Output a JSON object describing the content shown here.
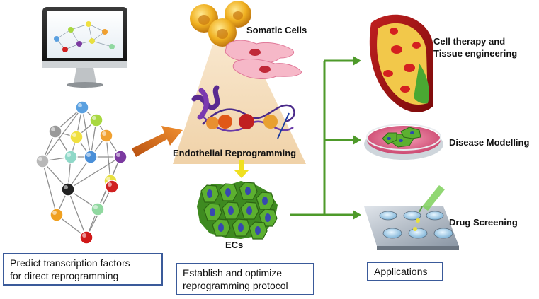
{
  "labels": {
    "somatic_cells": "Somatic Cells",
    "endothelial_reprogramming": "Endothelial Reprogramming",
    "ecs": "ECs",
    "cell_therapy_line1": "Cell therapy and",
    "cell_therapy_line2": "Tissue engineering",
    "disease_modelling": "Disease Modelling",
    "drug_screening": "Drug Screening"
  },
  "boxes": {
    "predict_line1": "Predict transcription factors",
    "predict_line2": "for direct reprogramming",
    "establish_line1": "Establish and optimize",
    "establish_line2": "reprogramming protocol",
    "applications": "Applications"
  },
  "network_node_colors": [
    "#5aa0e0",
    "#a8d840",
    "#999999",
    "#f0e040",
    "#f0a030",
    "#b8b8b8",
    "#8fd8c8",
    "#4a8fd8",
    "#7b3aa0",
    "#e8e040",
    "#222222",
    "#d02020",
    "#f0a020",
    "#90d8a0",
    "#d01818"
  ],
  "colors": {
    "arrow_green": "#4e9a2a",
    "box_border": "#3a5a9a",
    "orange_arrow": "#e07818",
    "cell_green": "#5cb030",
    "nucleus_blue": "#3848b0"
  }
}
